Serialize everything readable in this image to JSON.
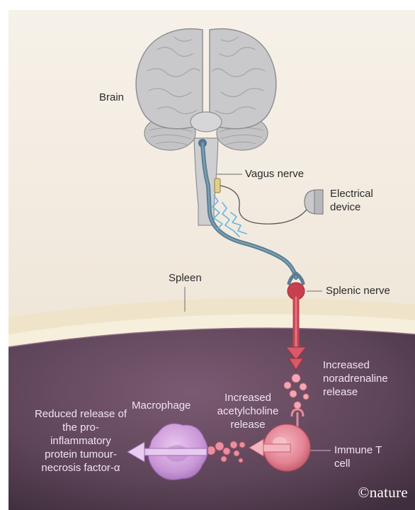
{
  "labels": {
    "brain": "Brain",
    "vagus_nerve": "Vagus nerve",
    "electrical_device": "Electrical device",
    "spleen": "Spleen",
    "splenic_nerve": "Splenic nerve",
    "noradrenaline": "Increased noradrenaline release",
    "acetylcholine": "Increased acetylcholine release",
    "macrophage": "Macrophage",
    "immune_t_cell": "Immune T cell",
    "reduced_release": "Reduced release of the pro-inflammatory protein tumour-necrosis factor-α",
    "credit": "©nature"
  },
  "colors": {
    "background": "#f4ede2",
    "spleen_interior": "#5e4558",
    "brain": "#c9c9cb",
    "vagus_nerve": "#5b7e92",
    "splenic_nerve": "#c8404f",
    "t_cell": "#e58a99",
    "macrophage": "#c99ad6"
  },
  "icons": [
    "brain-icon",
    "electrical-device-icon",
    "electrical-signal-icon",
    "t-cell-icon",
    "macrophage-icon"
  ]
}
